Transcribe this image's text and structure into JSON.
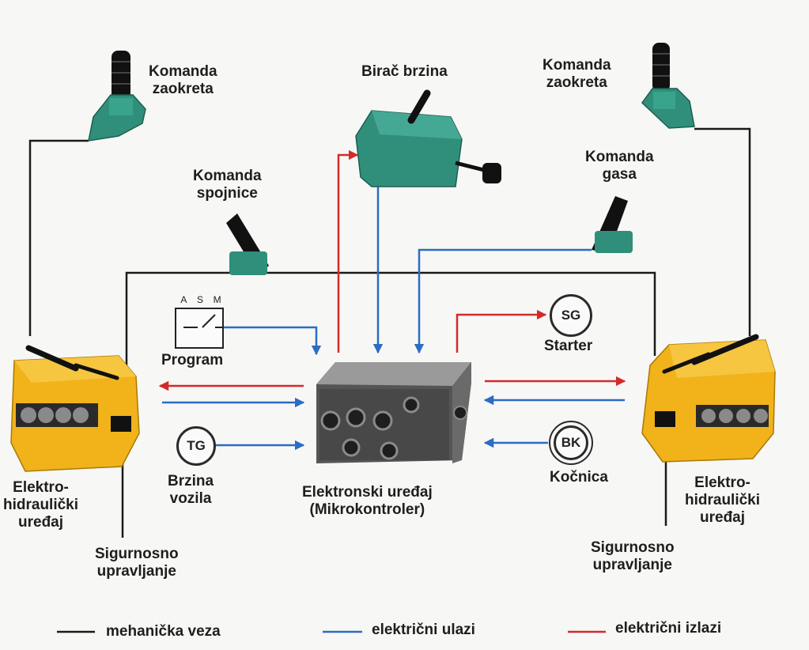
{
  "labels": {
    "komanda_zaokreta_left": [
      "Komanda",
      "zaokreta"
    ],
    "komanda_zaokreta_right": [
      "Komanda",
      "zaokreta"
    ],
    "birac_brzina": "Birač brzina",
    "komanda_spojnice": [
      "Komanda",
      "spojnice"
    ],
    "komanda_gasa": [
      "Komanda",
      "gasa"
    ],
    "program": "Program",
    "program_switch_letters": [
      "A",
      "S",
      "M"
    ],
    "starter": "Starter",
    "starter_symbol": "SG",
    "brzina_vozila": [
      "Brzina",
      "vozila"
    ],
    "brzina_symbol": "TG",
    "kocnica": "Kočnica",
    "kocnica_symbol": "BK",
    "elektronski_uredaj": [
      "Elektronski uređaj",
      "(Mikrokontroler)"
    ],
    "ehu_left": [
      "Elektro-",
      "hidraulički",
      "uređaj"
    ],
    "ehu_right": [
      "Elektro-",
      "hidraulički",
      "uređaj"
    ],
    "sigurnosno_left": [
      "Sigurnosno",
      "upravljanje"
    ],
    "sigurnosno_right": [
      "Sigurnosno",
      "upravljanje"
    ]
  },
  "legend": {
    "mechanical": "mehanička veza",
    "inputs": "električni ulazi",
    "outputs": "električni izlazi"
  },
  "colors": {
    "mechanical": "#1a1a1a",
    "inputs": "#2b6cc4",
    "outputs": "#d42a2a",
    "device_green": "#2f8f7a",
    "hydraulic_yellow": "#f2b21a"
  }
}
